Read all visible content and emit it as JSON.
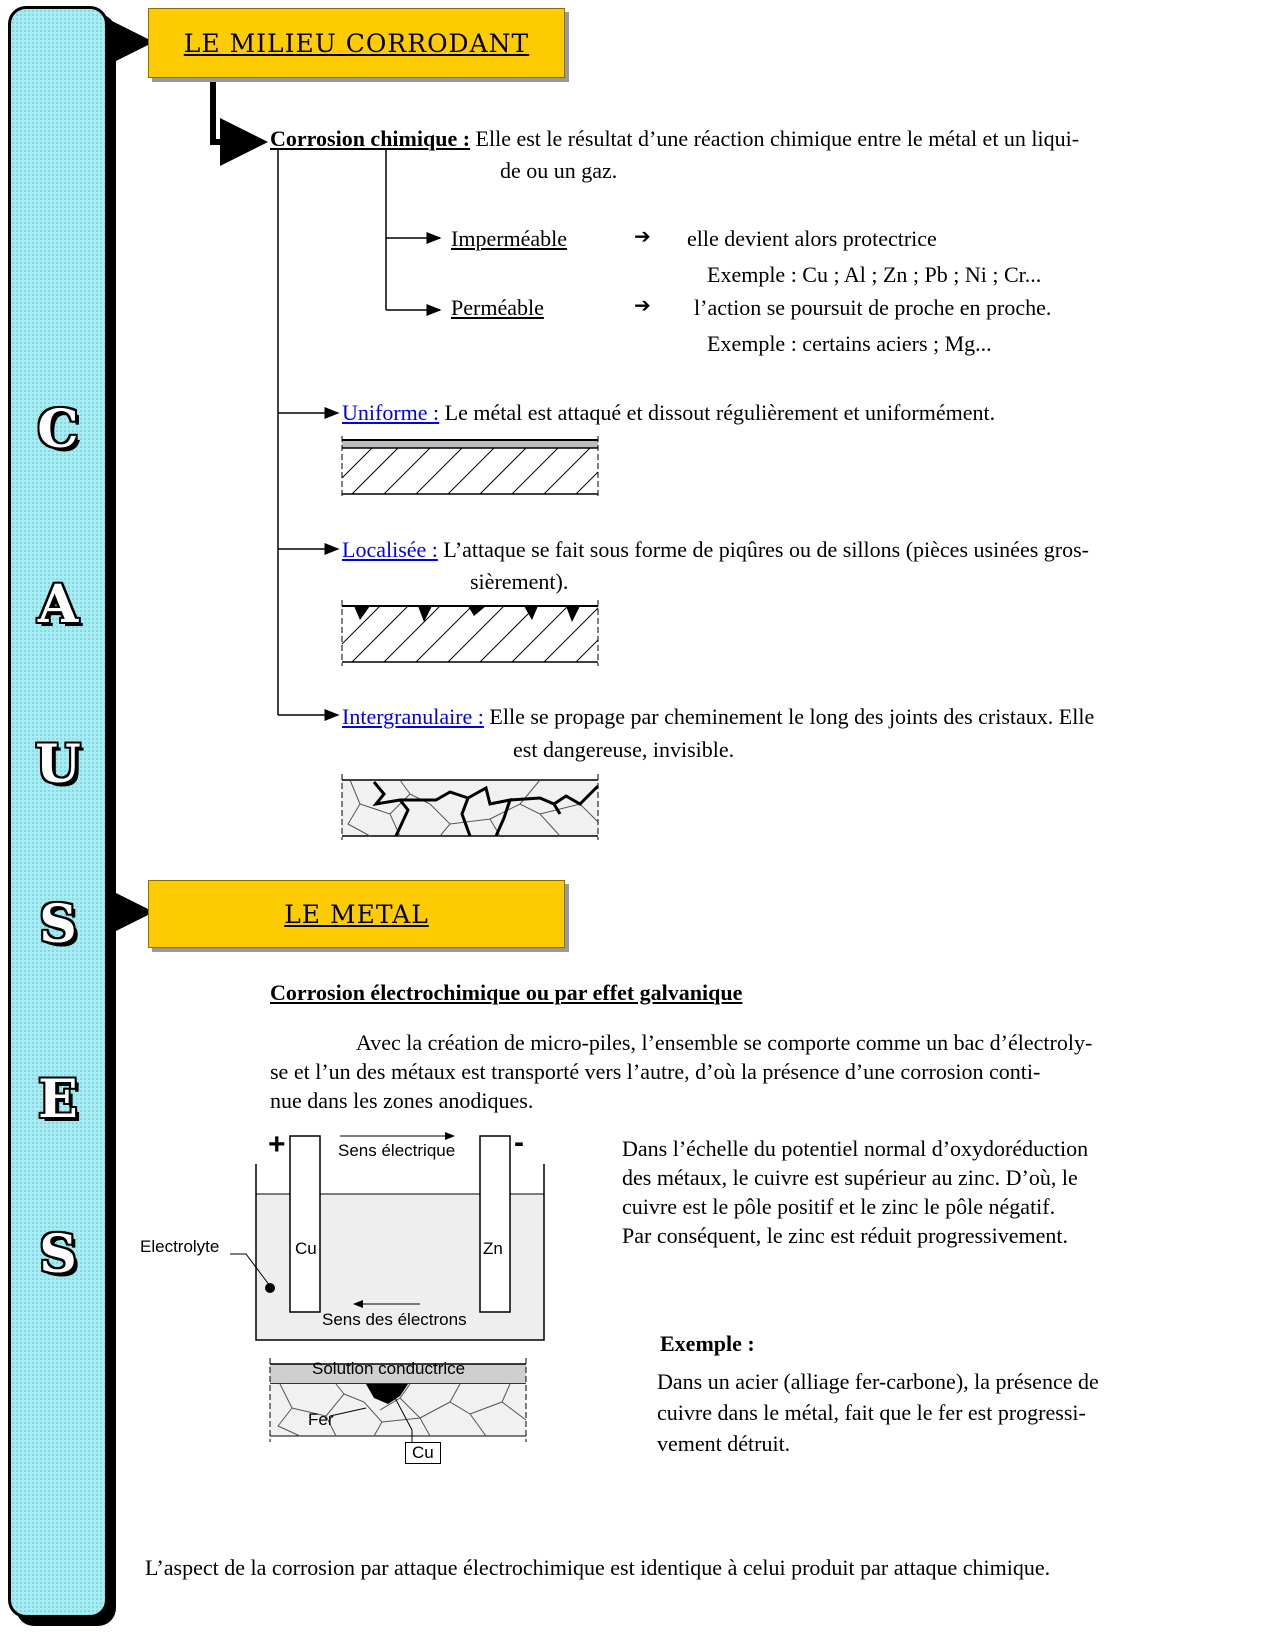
{
  "sidebar": {
    "letters": [
      "C",
      "A",
      "U",
      "S",
      "E",
      "S"
    ]
  },
  "section1": {
    "title": "LE MILIEU CORRODANT",
    "chem": {
      "term": "Corrosion chimique :",
      "text1": "Elle est le résultat d’une réaction chimique entre le métal et un liqui-",
      "text2": "de ou un gaz."
    },
    "imper": {
      "label": "Imperméable",
      "arrow": "➔",
      "text": "elle devient alors protectrice",
      "example": "Exemple : Cu ; Al ; Zn ; Pb ; Ni ; Cr..."
    },
    "perm": {
      "label": "Perméable",
      "arrow": "➔",
      "text": "l’action se poursuit de proche en proche.",
      "example": "Exemple : certains aciers ; Mg..."
    },
    "uniforme": {
      "label": "Uniforme :",
      "text": "Le métal est attaqué et dissout régulièrement et uniformément."
    },
    "localisee": {
      "label": "Localisée :",
      "text1": "L’attaque se fait sous forme de piqûres ou de sillons (pièces usinées gros-",
      "text2": "sièrement)."
    },
    "intergranulaire": {
      "label": "Intergranulaire :",
      "text1": "Elle se propage par cheminement le long des joints des cristaux. Elle",
      "text2": "est dangereuse, invisible."
    }
  },
  "section2": {
    "title": "LE METAL",
    "heading": "Corrosion électrochimique ou par effet galvanique",
    "para_l1": "Avec la création de micro-piles, l’ensemble se comporte comme un bac d’électroly-",
    "para_l2": "se et l’un des métaux est transporté vers l’autre, d’où la présence d’une corrosion conti-",
    "para_l3": "nue dans les zones anodiques.",
    "cell": {
      "plus": "+",
      "minus": "-",
      "sens_electrique": "Sens électrique",
      "sens_electrons": "Sens des électrons",
      "electrolyte": "Electrolyte",
      "cu": "Cu",
      "zn": "Zn"
    },
    "micro": {
      "solution": "Solution conductrice",
      "fer": "Fer",
      "cu": "Cu"
    },
    "right_l1": "Dans l’échelle du potentiel normal d’oxydoréduction",
    "right_l2": "des métaux, le cuivre est supérieur au zinc. D’où, le",
    "right_l3": "cuivre est le pôle positif et le zinc le pôle négatif.",
    "right_l4": "Par conséquent, le zinc est réduit progressivement.",
    "exemple_title": "Exemple :",
    "ex_l1": "Dans un acier (alliage fer-carbone), la présence de",
    "ex_l2": "cuivre dans le métal, fait que le fer est progressi-",
    "ex_l3": "vement détruit.",
    "footer": "L’aspect de la corrosion par attaque électrochimique est identique à celui produit par attaque chimique."
  }
}
